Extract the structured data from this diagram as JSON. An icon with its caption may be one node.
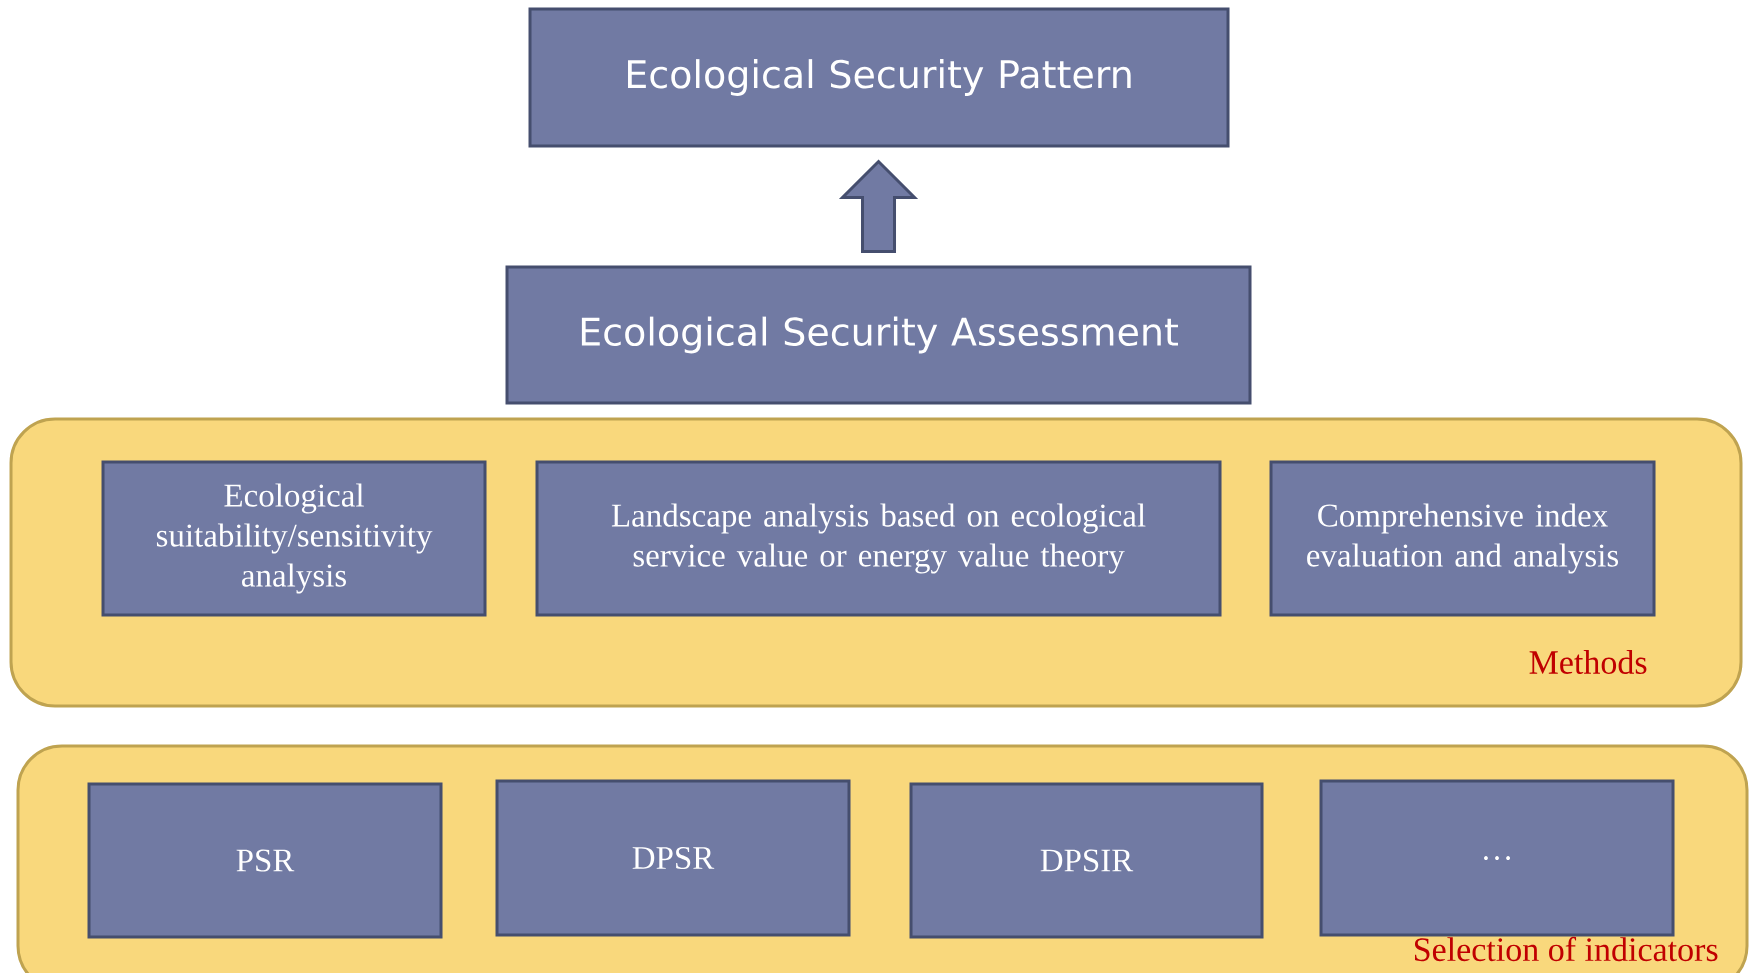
{
  "diagram": {
    "nodes": [
      {
        "text": [
          "Ecological Security Pattern"
        ]
      },
      {
        "text": [
          "Ecological Security Assessment"
        ]
      },
      {
        "text": [
          "Methods"
        ]
      },
      {
        "text": [
          "Ecological suitability/sensitivity analysis"
        ],
        "in": 2
      },
      {
        "text": [
          "Landscape analysis based on ecological service value or energy value theory"
        ],
        "in": 2
      },
      {
        "text": [
          "Comprehensive index evaluation and analysis"
        ],
        "in": 2
      },
      {
        "text": [
          "Selection of indicators"
        ]
      },
      {
        "text": [
          "PSR"
        ],
        "in": 6
      },
      {
        "text": [
          "DPSR"
        ],
        "in": 6
      },
      {
        "text": [
          "DPSIR"
        ],
        "in": 6
      },
      {
        "text": [
          "…"
        ],
        "in": 6
      }
    ],
    "edges": [
      {
        "from": 1,
        "to": 0,
        "arrow": "to",
        "style": "thick"
      }
    ]
  }
}
